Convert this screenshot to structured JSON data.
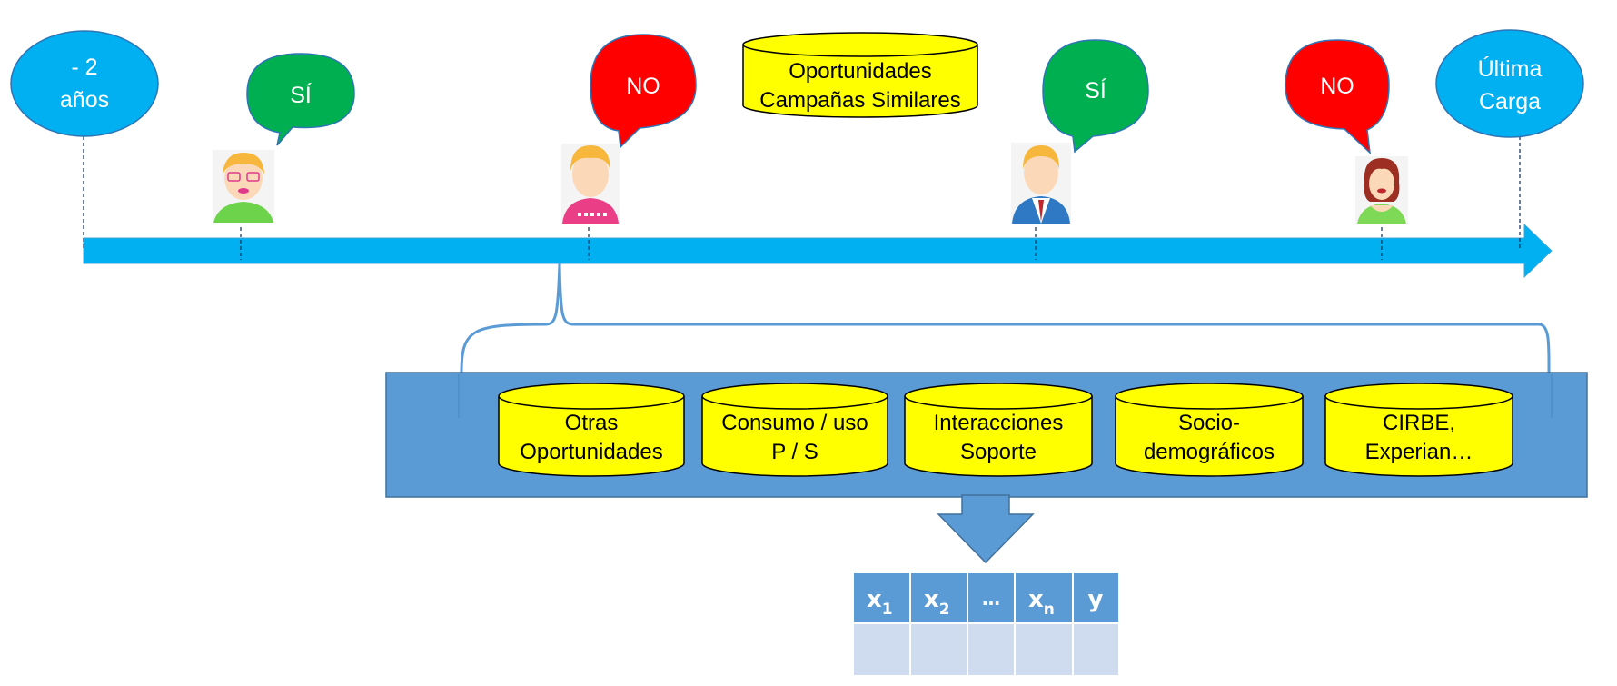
{
  "colors": {
    "cyan": "#00b0f0",
    "green": "#00b050",
    "red": "#ff0000",
    "yellow": "#ffff00",
    "panel_blue": "#5b9bd5",
    "table_header": "#5b9bd5",
    "table_cell": "#cfdcef"
  },
  "endpoints": {
    "start": {
      "line1": "- 2",
      "line2": "años"
    },
    "end": {
      "line1": "Última",
      "line2": "Carga"
    }
  },
  "bubbles": [
    {
      "text": "SÍ",
      "kind": "yes"
    },
    {
      "text": "NO",
      "kind": "no"
    },
    {
      "text": "SÍ",
      "kind": "yes"
    },
    {
      "text": "NO",
      "kind": "no"
    }
  ],
  "people_icons": [
    "woman-with-glasses-icon",
    "person-pink-shirt-icon",
    "businessman-icon",
    "woman-red-hair-icon"
  ],
  "top_database": {
    "line1": "Oportunidades",
    "line2": "Campañas  Similares"
  },
  "databases": [
    {
      "line1": "Otras",
      "line2": "Oportunidades"
    },
    {
      "line1": "Consumo / uso",
      "line2": "P / S"
    },
    {
      "line1": "Interacciones",
      "line2": "Soporte"
    },
    {
      "line1": "Socio-",
      "line2": "demográficos"
    },
    {
      "line1": "CIRBE,",
      "line2": "Experian…"
    }
  ],
  "table": {
    "headers": [
      {
        "base": "x",
        "sub": "1"
      },
      {
        "base": "x",
        "sub": "2"
      },
      {
        "base": "…",
        "sub": ""
      },
      {
        "base": "x",
        "sub": "n"
      },
      {
        "base": "y",
        "sub": ""
      }
    ]
  }
}
